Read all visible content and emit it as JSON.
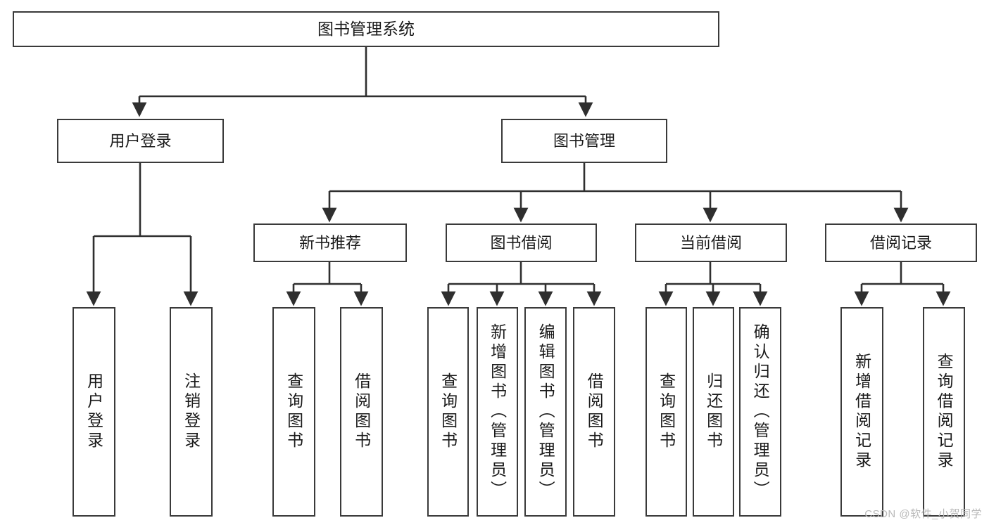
{
  "diagram": {
    "type": "tree-hierarchy",
    "title": "图书管理系统",
    "watermark": "CSDN @软件_小贺同学",
    "colors": {
      "box_border": "#3a3a3a",
      "connector": "#2f2f2f",
      "background": "#ffffff",
      "text": "#1a1a1a",
      "watermark": "#b9b9b9"
    },
    "nodes": {
      "root": {
        "label": "图书管理系统"
      },
      "user_login": {
        "label": "用户登录"
      },
      "book_mgmt": {
        "label": "图书管理"
      },
      "new_book_rec": {
        "label": "新书推荐"
      },
      "book_borrow": {
        "label": "图书借阅"
      },
      "current_borrow": {
        "label": "当前借阅"
      },
      "borrow_record": {
        "label": "借阅记录"
      },
      "leaf_user_login": {
        "label": "用户登录"
      },
      "leaf_user_logout": {
        "label": "注销登录"
      },
      "leaf_query_book_1": {
        "label": "查询图书"
      },
      "leaf_borrow_book_1": {
        "label": "借阅图书"
      },
      "leaf_query_book_2": {
        "label": "查询图书"
      },
      "leaf_add_book": {
        "label": "新增图书（管理员）"
      },
      "leaf_edit_book": {
        "label": "编辑图书（管理员）"
      },
      "leaf_borrow_book_2": {
        "label": "借阅图书"
      },
      "leaf_query_book_3": {
        "label": "查询图书"
      },
      "leaf_return_book": {
        "label": "归还图书"
      },
      "leaf_confirm_return": {
        "label": "确认归还（管理员）"
      },
      "leaf_add_record": {
        "label": "新增借阅记录"
      },
      "leaf_query_record": {
        "label": "查询借阅记录"
      }
    },
    "levels": [
      {
        "name": "level-1-root",
        "items": [
          "图书管理系统"
        ]
      },
      {
        "name": "level-2",
        "items": [
          "用户登录",
          "图书管理"
        ]
      },
      {
        "name": "level-3",
        "items": [
          "新书推荐",
          "图书借阅",
          "当前借阅",
          "借阅记录"
        ]
      },
      {
        "name": "level-4-leaves",
        "items": [
          "用户登录",
          "注销登录",
          "查询图书",
          "借阅图书",
          "查询图书",
          "新增图书（管理员）",
          "编辑图书（管理员）",
          "借阅图书",
          "查询图书",
          "归还图书",
          "确认归还（管理员）",
          "新增借阅记录",
          "查询借阅记录"
        ]
      }
    ],
    "edges": [
      {
        "from": "图书管理系统",
        "to": "用户登录"
      },
      {
        "from": "图书管理系统",
        "to": "图书管理"
      },
      {
        "from": "用户登录",
        "to": "用户登录"
      },
      {
        "from": "用户登录",
        "to": "注销登录"
      },
      {
        "from": "图书管理",
        "to": "新书推荐"
      },
      {
        "from": "图书管理",
        "to": "图书借阅"
      },
      {
        "from": "图书管理",
        "to": "当前借阅"
      },
      {
        "from": "图书管理",
        "to": "借阅记录"
      },
      {
        "from": "新书推荐",
        "to": "查询图书"
      },
      {
        "from": "新书推荐",
        "to": "借阅图书"
      },
      {
        "from": "图书借阅",
        "to": "查询图书"
      },
      {
        "from": "图书借阅",
        "to": "新增图书（管理员）"
      },
      {
        "from": "图书借阅",
        "to": "编辑图书（管理员）"
      },
      {
        "from": "图书借阅",
        "to": "借阅图书"
      },
      {
        "from": "当前借阅",
        "to": "查询图书"
      },
      {
        "from": "当前借阅",
        "to": "归还图书"
      },
      {
        "from": "当前借阅",
        "to": "确认归还（管理员）"
      },
      {
        "from": "借阅记录",
        "to": "新增借阅记录"
      },
      {
        "from": "借阅记录",
        "to": "查询借阅记录"
      }
    ]
  }
}
